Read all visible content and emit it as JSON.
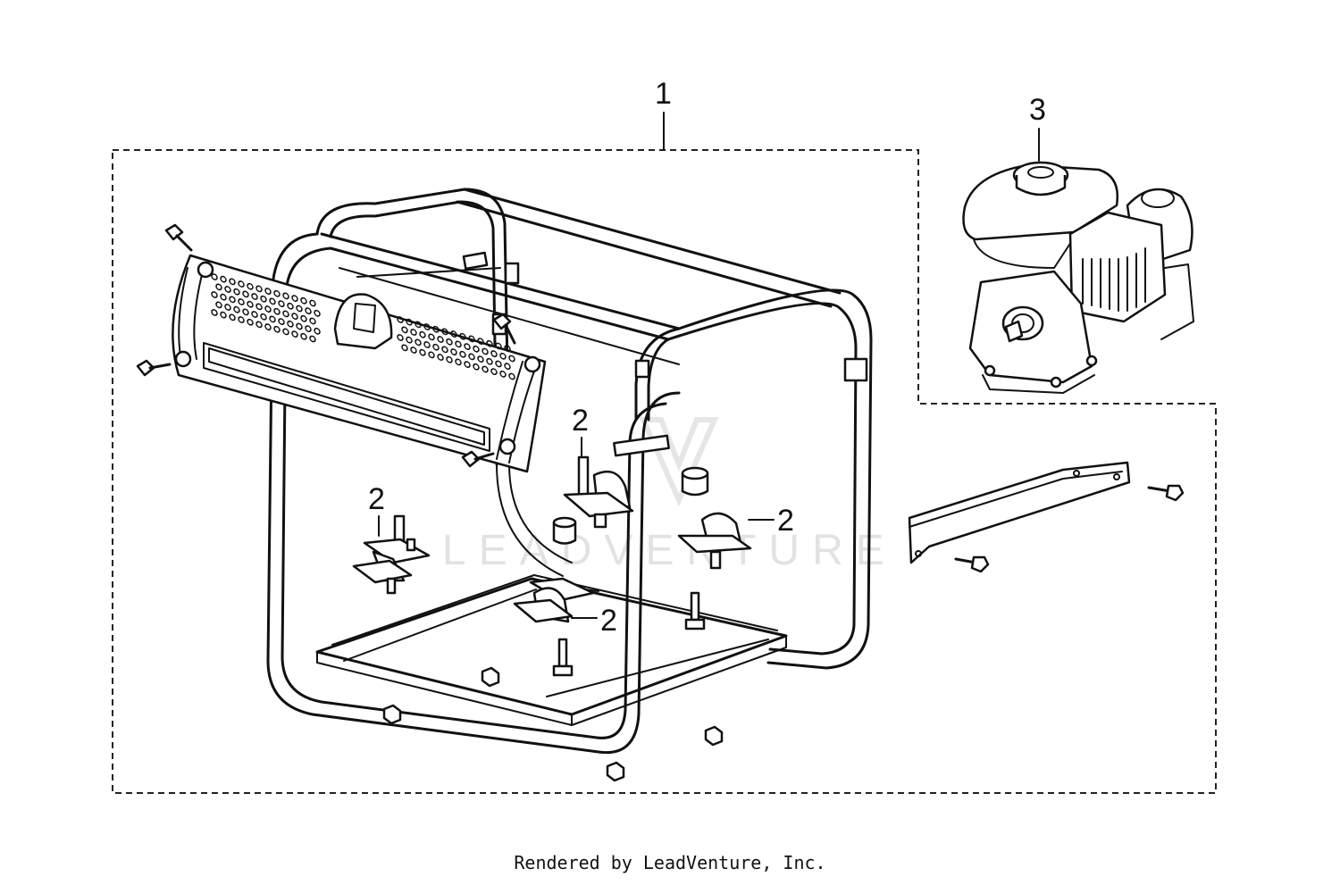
{
  "callouts": {
    "frame": "1",
    "mount_a": "2",
    "mount_b": "2",
    "mount_c": "2",
    "mount_d": "2",
    "engine": "3"
  },
  "watermark": "LEADVENTURE",
  "credit": "Rendered by LeadVenture, Inc."
}
